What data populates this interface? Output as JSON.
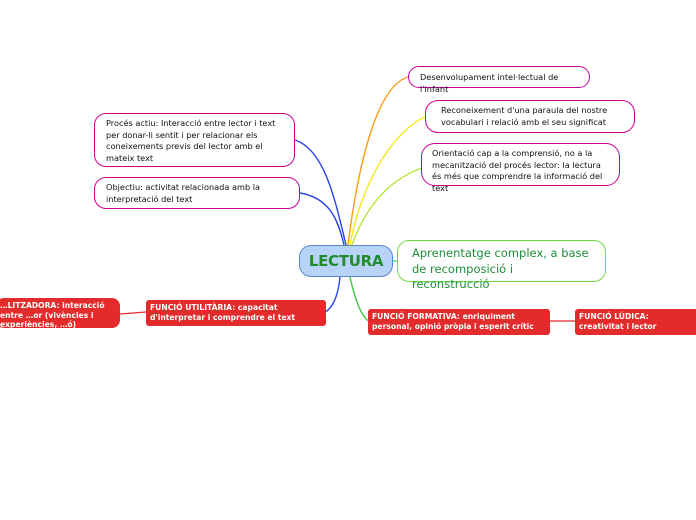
{
  "central": {
    "label": "LECTURA"
  },
  "nodes": {
    "proces": "Procés actiu: Interacció entre lector i text per donar-li sentit i per relacionar els coneixements previs del lector amb el mateix text",
    "objectiu": "Objectiu: activitat relacionada amb la interpretació del text",
    "desenvolupament": "Desenvolupament intel·lectual de l'infant",
    "reconeixement": "Reconeixement d'una paraula del nostre vocabulari i relació amb el seu significat",
    "orientacio": "Orientació cap a la comprensió, no a la mecanització del procés lector: la lectura és més que comprendre la informació del text",
    "aprenentatge": "Aprenentatge complex, a base de recomposició i reconstrucció",
    "utilitaria": "FUNCIÓ UTILITÀRIA: capacitat d'interpretar i comprendre el text",
    "socialitzadora": "…LITZADORA: interacció entre …or (vivències i experiències, …ó)",
    "formativa": "FUNCIÓ FORMATIVA: enriquiment personal, opinió pròpia i esperit crític",
    "ludica": "FUNCIÓ LÚDICA: creativitat i lector"
  },
  "colors": {
    "central_fill": "#b7d3f7",
    "central_text": "#1f8b2a",
    "node_border": "#cc0099",
    "function_fill": "#e32b2b",
    "aprenentatge_border": "#6fdc46"
  }
}
